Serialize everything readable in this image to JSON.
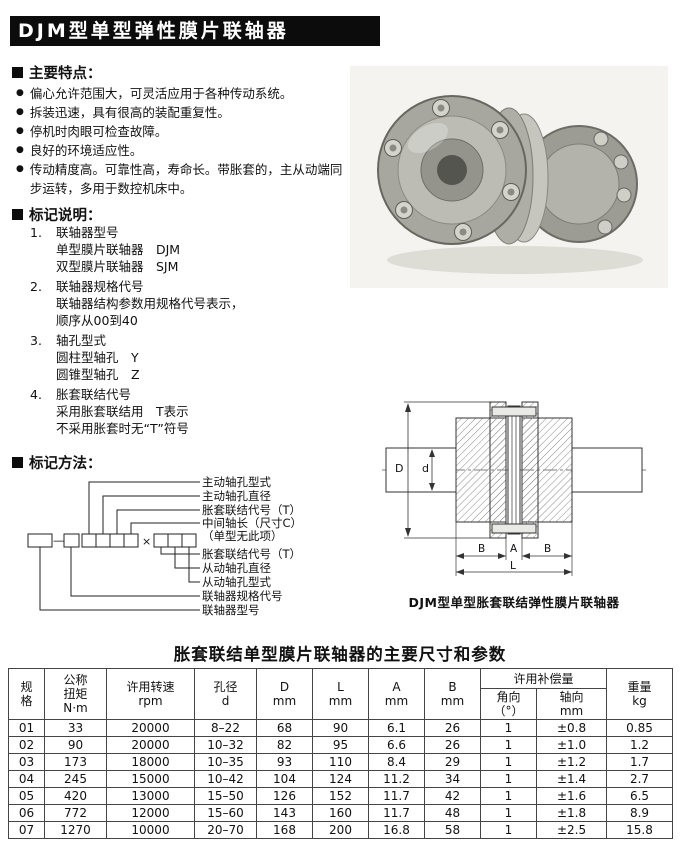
{
  "page": {
    "title": "DJM型单型弹性膜片联轴器"
  },
  "features": {
    "heading": "主要特点：",
    "bullet": "●",
    "items": [
      "偏心允许范围大，可灵活应用于各种传动系统。",
      "拆装迅速，具有很高的装配重复性。",
      "停机时肉眼可检查故障。",
      "良好的环境适应性。",
      "传动精度高。可靠性高，寿命长。带胀套的，主从动端同步运转，多用于数控机床中。"
    ]
  },
  "marking_notes": {
    "heading": "标记说明：",
    "items": [
      {
        "no": "1.",
        "lines": [
          "联轴器型号",
          "单型膜片联轴器　DJM",
          "双型膜片联轴器　SJM"
        ]
      },
      {
        "no": "2.",
        "lines": [
          "联轴器规格代号",
          "联轴器结构参数用规格代号表示，",
          "顺序从00到40"
        ]
      },
      {
        "no": "3.",
        "lines": [
          "轴孔型式",
          "圆柱型轴孔　Y",
          "圆锥型轴孔　Z"
        ]
      },
      {
        "no": "4.",
        "lines": [
          "胀套联结代号",
          "采用胀套联结用　T表示",
          "不采用胀套时无“T”符号"
        ]
      }
    ]
  },
  "marking_method": {
    "heading": "标记方法：",
    "labels": [
      "主动轴孔型式",
      "主动轴孔直径",
      "胀套联结代号（T）",
      "中间轴长（尺寸C）",
      "（单型无此项）",
      "胀套联结代号（T）",
      "从动轴孔直径",
      "从动轴孔型式",
      "联轴器规格代号",
      "联轴器型号"
    ],
    "multiply_sign": "×",
    "dash": "—"
  },
  "drawing": {
    "caption": "DJM型单型胀套联结弹性膜片联轴器",
    "dim_labels": [
      "D",
      "d",
      "B",
      "A",
      "B",
      "L"
    ]
  },
  "table": {
    "title": "胀套联结单型膜片联轴器的主要尺寸和参数",
    "headers": {
      "spec": [
        "规",
        "格"
      ],
      "torque": [
        "公称",
        "扭矩",
        "N·m"
      ],
      "speed": [
        "许用转速",
        "rpm"
      ],
      "bore": [
        "孔径",
        "d"
      ],
      "D": [
        "D",
        "mm"
      ],
      "L": [
        "L",
        "mm"
      ],
      "A": [
        "A",
        "mm"
      ],
      "B": [
        "B",
        "mm"
      ],
      "compensation": "许用补偿量",
      "angular": [
        "角向",
        "（°）"
      ],
      "axial": [
        "轴向",
        "mm"
      ],
      "weight": [
        "重量",
        "kg"
      ]
    },
    "rows": [
      [
        "01",
        "33",
        "20000",
        "8–22",
        "68",
        "90",
        "6.1",
        "26",
        "1",
        "±0.8",
        "0.85"
      ],
      [
        "02",
        "90",
        "20000",
        "10–32",
        "82",
        "95",
        "6.6",
        "26",
        "1",
        "±1.0",
        "1.2"
      ],
      [
        "03",
        "173",
        "18000",
        "10–35",
        "93",
        "110",
        "8.4",
        "29",
        "1",
        "±1.2",
        "1.7"
      ],
      [
        "04",
        "245",
        "15000",
        "10–42",
        "104",
        "124",
        "11.2",
        "34",
        "1",
        "±1.4",
        "2.7"
      ],
      [
        "05",
        "420",
        "13000",
        "15–50",
        "126",
        "152",
        "11.7",
        "42",
        "1",
        "±1.6",
        "6.5"
      ],
      [
        "06",
        "772",
        "12000",
        "15–60",
        "143",
        "160",
        "11.7",
        "48",
        "1",
        "±1.8",
        "8.9"
      ],
      [
        "07",
        "1270",
        "10000",
        "20–70",
        "168",
        "200",
        "16.8",
        "58",
        "1",
        "±2.5",
        "15.8"
      ]
    ]
  }
}
